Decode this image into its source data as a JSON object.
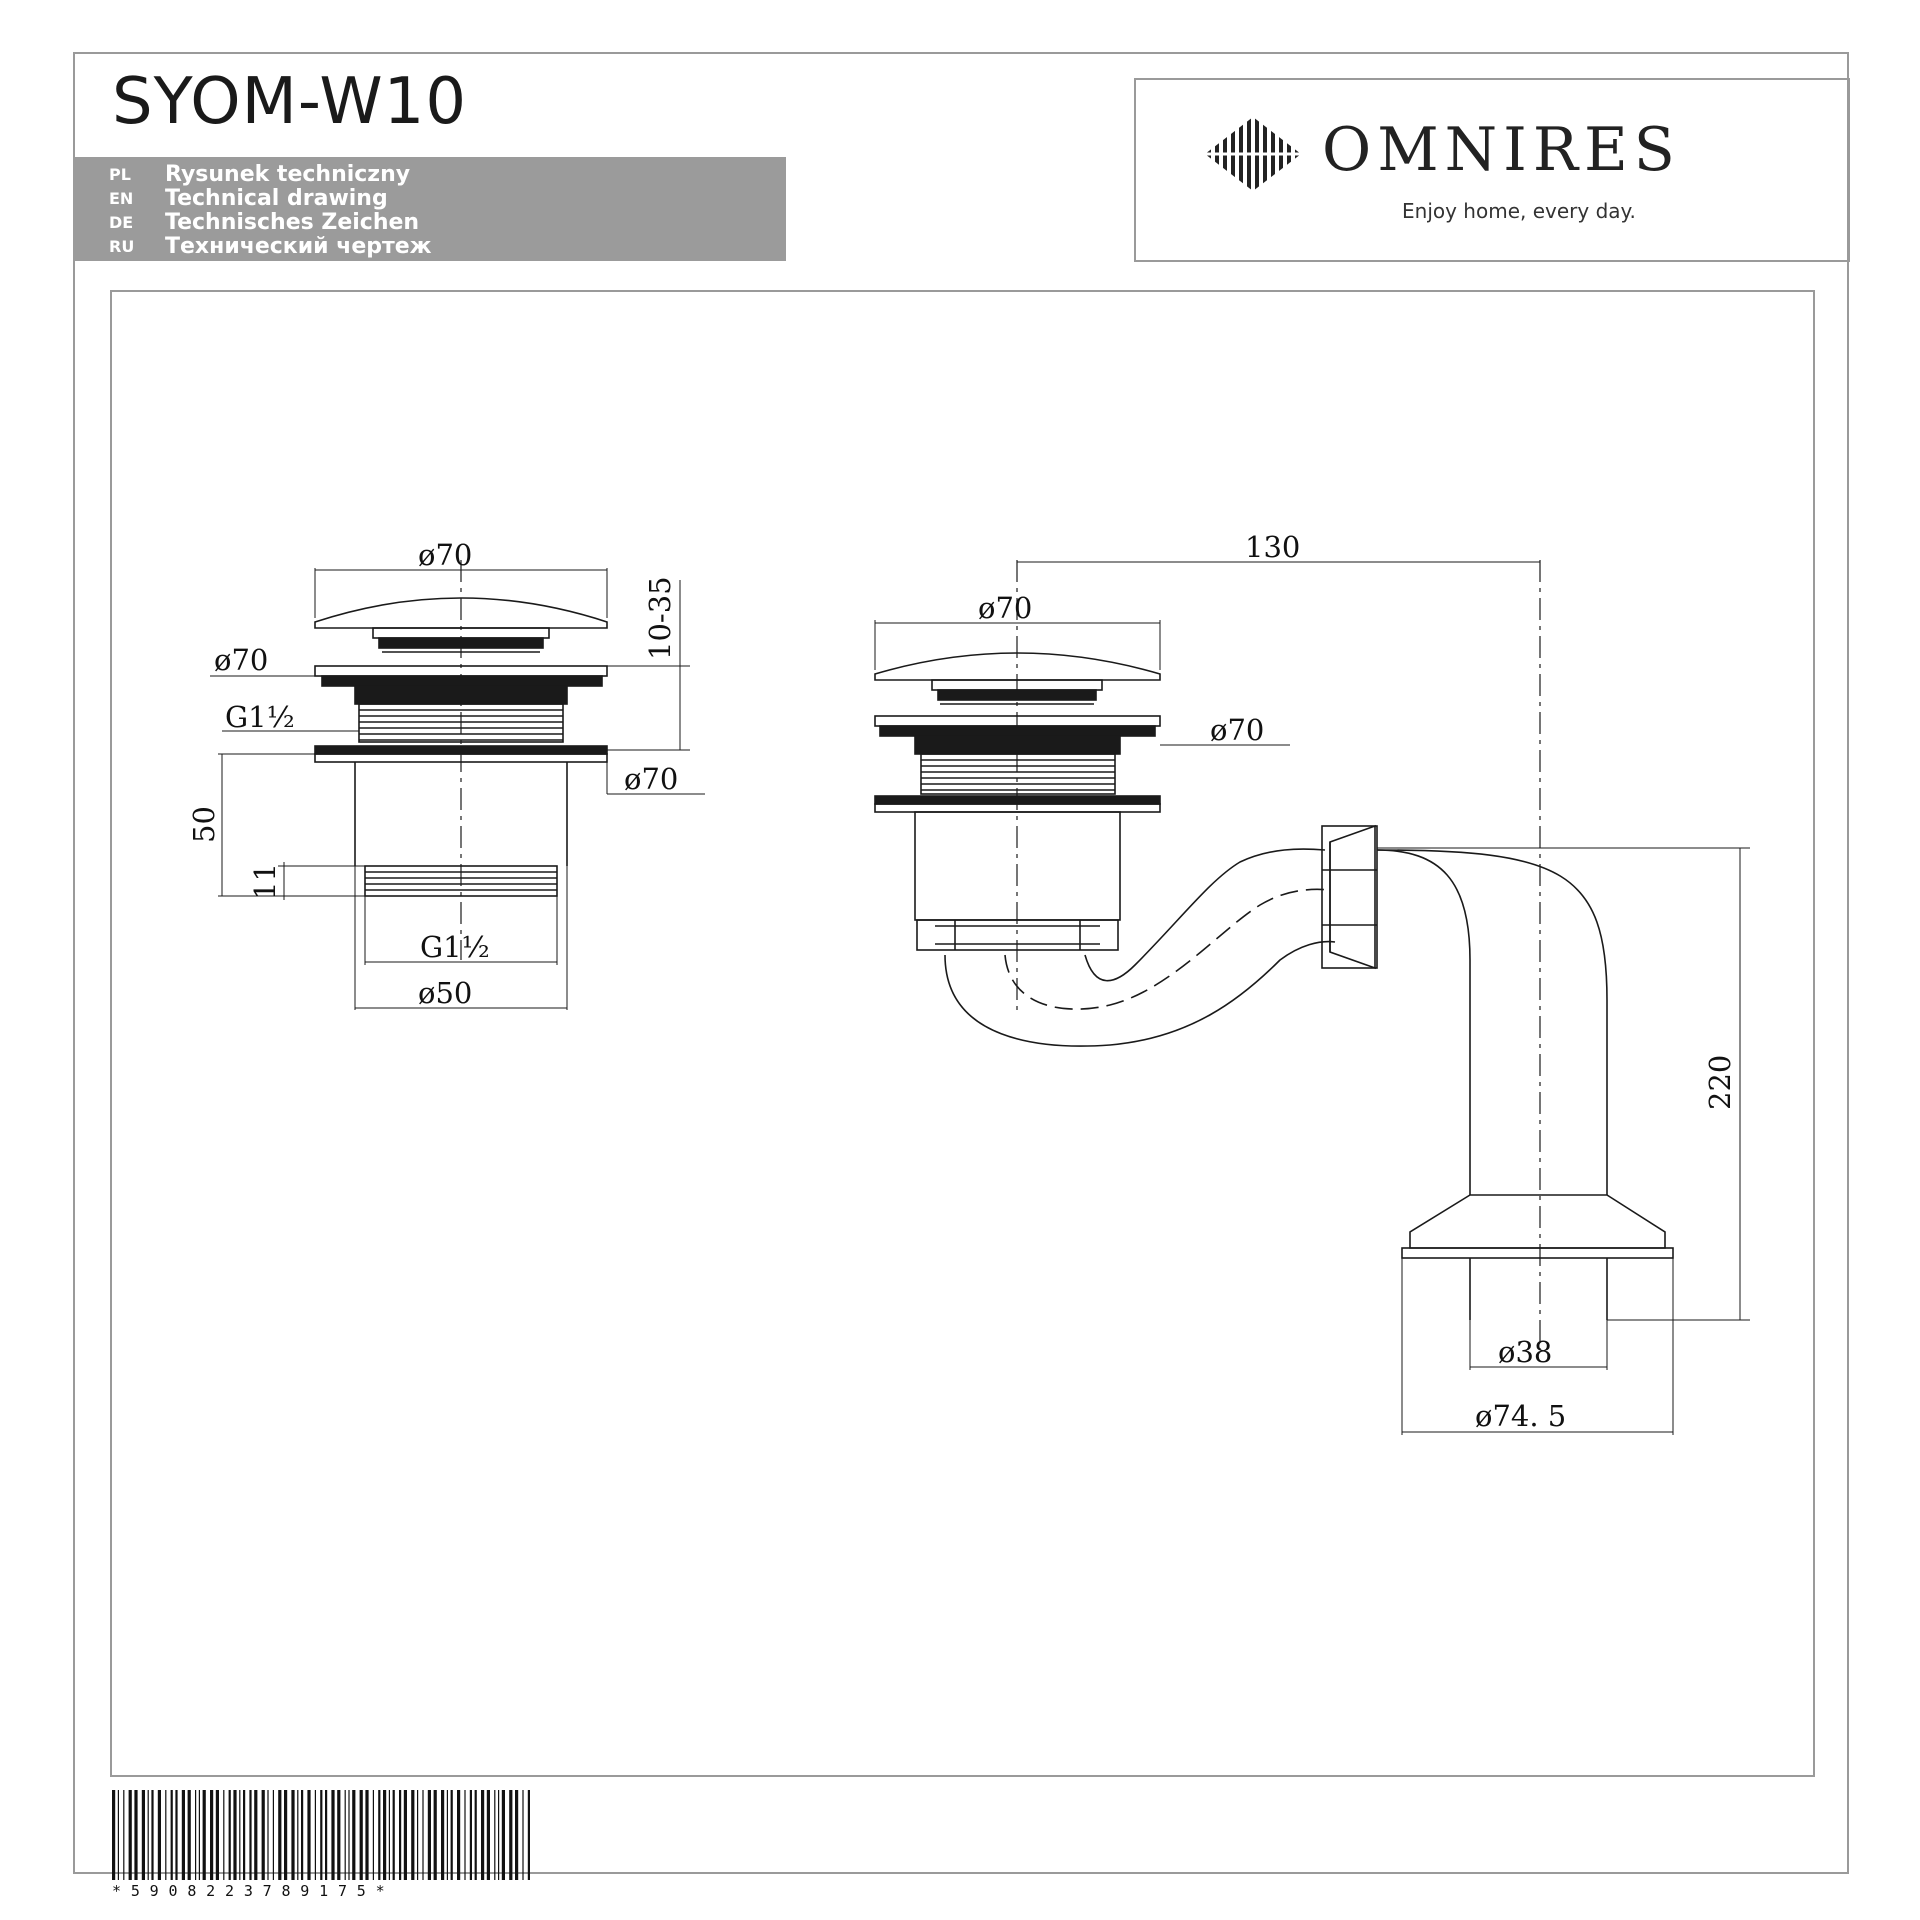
{
  "document": {
    "title": "SYOM-W10",
    "languages": [
      {
        "code": "PL",
        "text": "Rysunek techniczny"
      },
      {
        "code": "EN",
        "text": "Technical drawing"
      },
      {
        "code": "DE",
        "text": "Technisches Zeichen"
      },
      {
        "code": "RU",
        "text": "Технический чертеж"
      }
    ],
    "brand": {
      "name": "OMNIRES",
      "tagline": "Enjoy home, every day.",
      "logo_icon": "diamond-grid-icon"
    },
    "barcode": {
      "digits": "*5908223789175*"
    }
  },
  "dimensions": {
    "left_view": {
      "cap_diameter": "ø70",
      "height_range": "10-35",
      "flange_diameter": "ø70",
      "thread_upper": "G1½",
      "ring_diameter": "ø70",
      "body_height": "50",
      "thread_length": "11",
      "thread_lower": "G1½",
      "body_diameter": "ø50"
    },
    "right_view": {
      "cap_diameter": "ø70",
      "flange_diameter": "ø70",
      "offset": "130",
      "height": "220",
      "outlet_diameter": "ø38",
      "base_diameter": "ø74. 5"
    }
  },
  "colors": {
    "line": "#1a1a1a",
    "frame": "#9a9a9a",
    "langbar": "#9b9b9b"
  }
}
